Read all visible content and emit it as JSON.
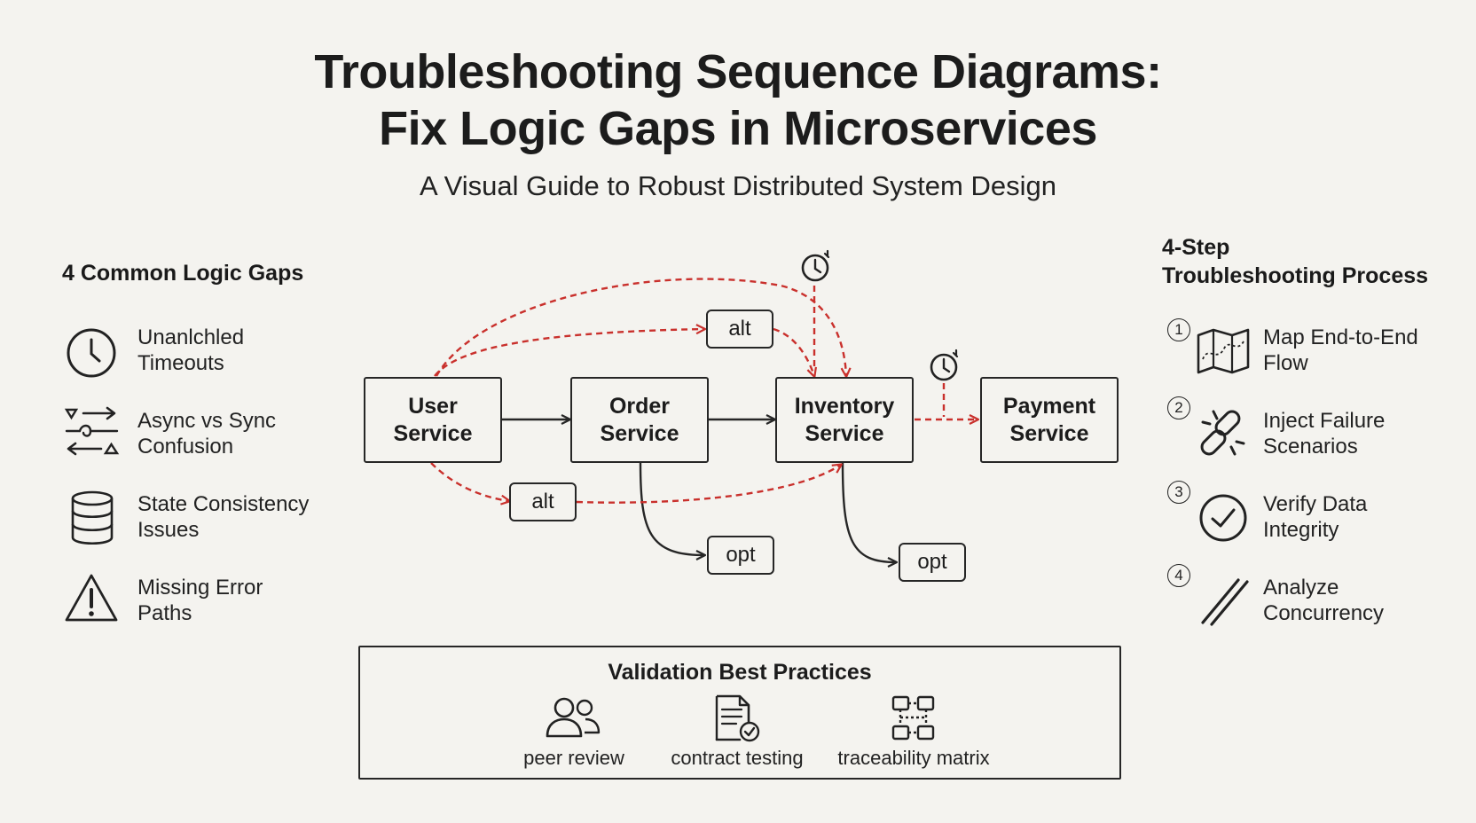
{
  "title_line1": "Troubleshooting Sequence Diagrams:",
  "title_line2": "Fix Logic Gaps in Microservices",
  "subtitle": "A Visual Guide to Robust Distributed System Design",
  "left_panel": {
    "heading": "4 Common Logic Gaps",
    "items": [
      {
        "icon": "clock-icon",
        "label": "Unanlchled\nTimeouts"
      },
      {
        "icon": "async-sync-icon",
        "label": "Async vs Sync\nConfusion"
      },
      {
        "icon": "database-icon",
        "label": "State Consistency\nIssues"
      },
      {
        "icon": "warning-icon",
        "label": "Missing Error\nPaths"
      }
    ]
  },
  "right_panel": {
    "heading_line1": "4-Step",
    "heading_line2": "Troubleshooting Process",
    "steps": [
      {
        "number": "1",
        "icon": "map-icon",
        "label": "Map End-to-End\nFlow"
      },
      {
        "number": "2",
        "icon": "broken-link-icon",
        "label": "Inject Failure\nScenarios"
      },
      {
        "number": "3",
        "icon": "check-circle-icon",
        "label": "Verify Data\nIntegrity"
      },
      {
        "number": "4",
        "icon": "parallel-lines-icon",
        "label": "Analyze\nConcurrency"
      }
    ]
  },
  "diagram": {
    "services": [
      "User\nService",
      "Order\nService",
      "Inventory\nService",
      "Payment\nService"
    ],
    "tag_alt": "alt",
    "tag_opt": "opt",
    "colors": {
      "solid": "#262626",
      "dashed": "#c9302c"
    }
  },
  "best_practices": {
    "title": "Validation Best Practices",
    "items": [
      {
        "icon": "people-icon",
        "label": "peer review"
      },
      {
        "icon": "contract-doc-icon",
        "label": "contract testing"
      },
      {
        "icon": "matrix-grid-icon",
        "label": "traceability matrix"
      }
    ]
  }
}
